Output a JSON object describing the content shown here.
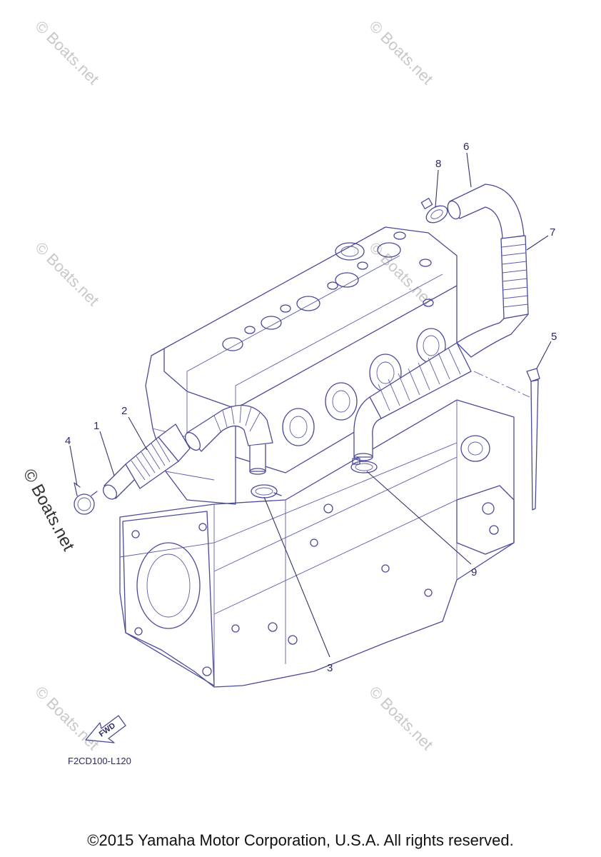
{
  "callouts": [
    {
      "id": "1",
      "label": "1"
    },
    {
      "id": "2",
      "label": "2"
    },
    {
      "id": "3",
      "label": "3"
    },
    {
      "id": "4",
      "label": "4"
    },
    {
      "id": "5",
      "label": "5"
    },
    {
      "id": "6",
      "label": "6"
    },
    {
      "id": "7",
      "label": "7"
    },
    {
      "id": "8",
      "label": "8"
    },
    {
      "id": "9",
      "label": "9"
    }
  ],
  "watermark": "© Boats.net",
  "fwd_label": "FWD",
  "diagram_code": "F2CD100-L120",
  "copyright": "©2015 Yamaha Motor Corporation, U.S.A. All rights reserved.",
  "colors": {
    "line_art": "#4a4a9a",
    "watermark": "#c8c8c8",
    "text": "#111111"
  }
}
